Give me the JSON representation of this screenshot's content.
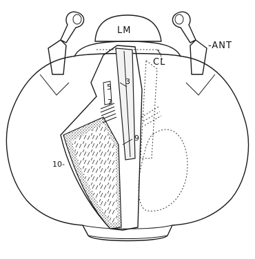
{
  "labels": {
    "labrum": "LM",
    "clypeus": "CL",
    "antenna": "-ANT",
    "muscle_3": "3",
    "muscle_5": "5",
    "muscle_7": "7",
    "muscle_9": "9",
    "muscle_10": "10-"
  },
  "colors": {
    "ink": "#1a1a1a",
    "background": "#ffffff",
    "stipple": "#222222"
  }
}
